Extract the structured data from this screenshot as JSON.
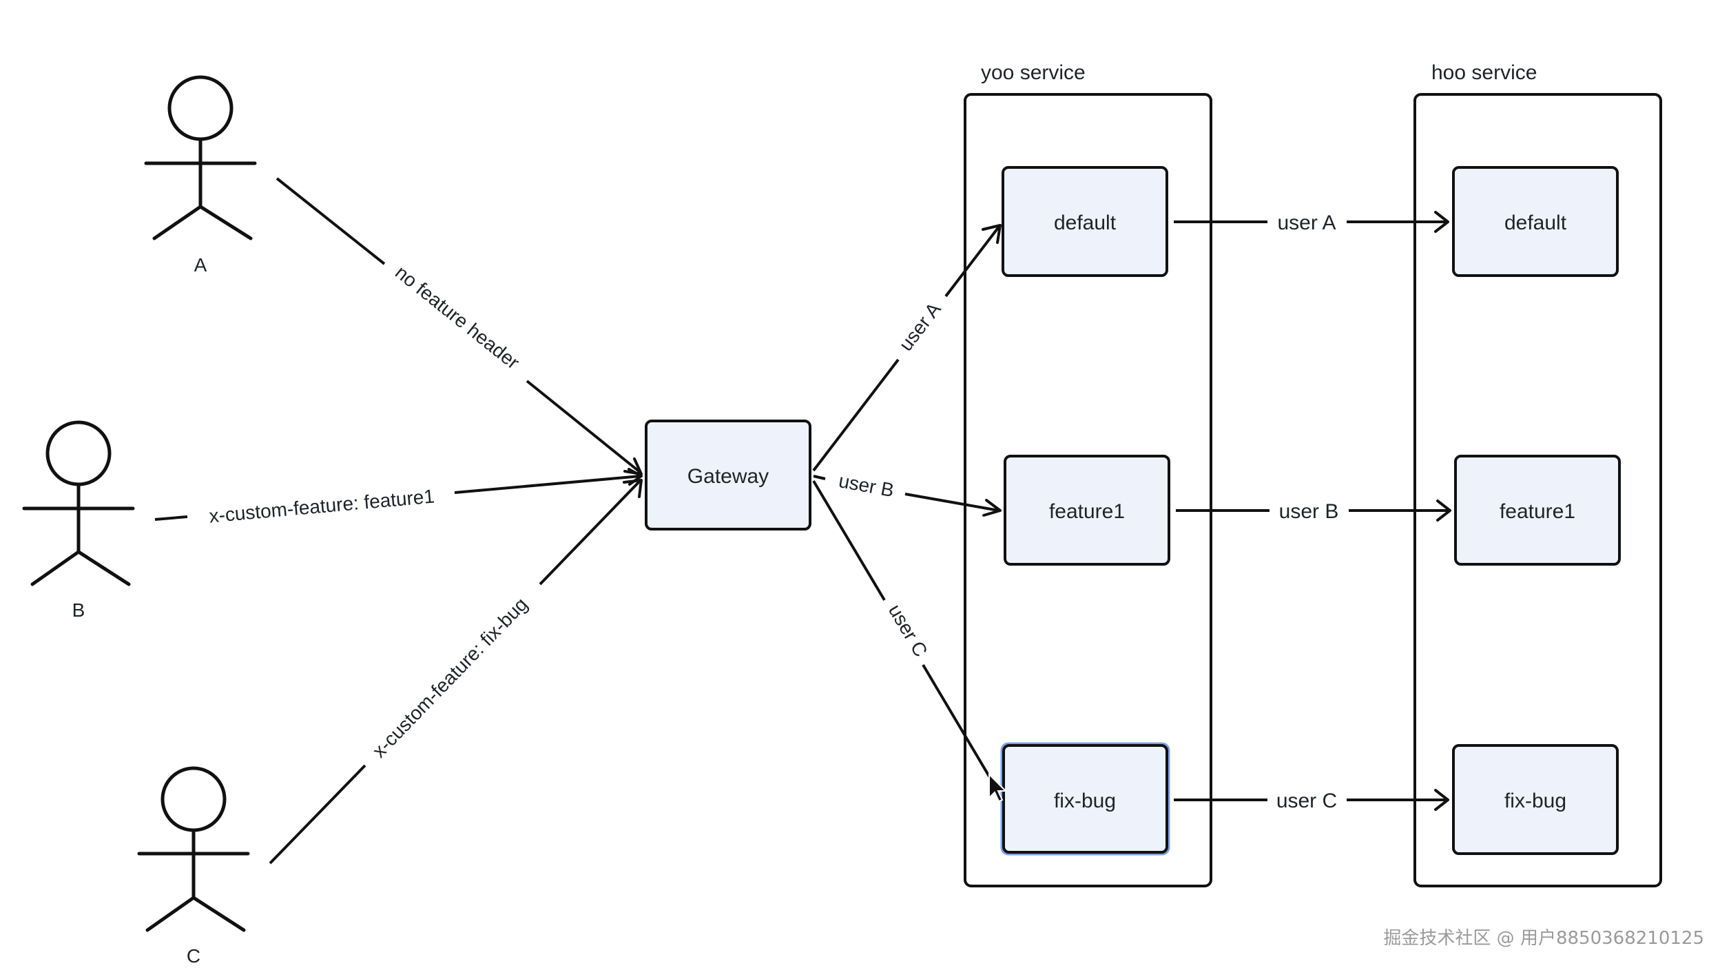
{
  "actors": [
    {
      "id": "A",
      "label": "A"
    },
    {
      "id": "B",
      "label": "B"
    },
    {
      "id": "C",
      "label": "C"
    }
  ],
  "gateway": {
    "label": "Gateway"
  },
  "groups": [
    {
      "id": "yoo",
      "title": "yoo service",
      "nodes": [
        "default",
        "feature1",
        "fix-bug"
      ]
    },
    {
      "id": "hoo",
      "title": "hoo service",
      "nodes": [
        "default",
        "feature1",
        "fix-bug"
      ]
    }
  ],
  "edges": {
    "actor_to_gateway": [
      "no feature header",
      "x-custom-feature: feature1",
      "x-custom-feature: fix-bug"
    ],
    "gateway_to_yoo": [
      "user A",
      "user B",
      "user C"
    ],
    "yoo_to_hoo": [
      "user A",
      "user B",
      "user C"
    ]
  },
  "watermark": "掘金技术社区 @ 用户8850368210125",
  "colors": {
    "node_fill": "#eef2fb",
    "stroke": "#111111",
    "text": "#1f2329",
    "selected_border": "#7aa0e6"
  }
}
